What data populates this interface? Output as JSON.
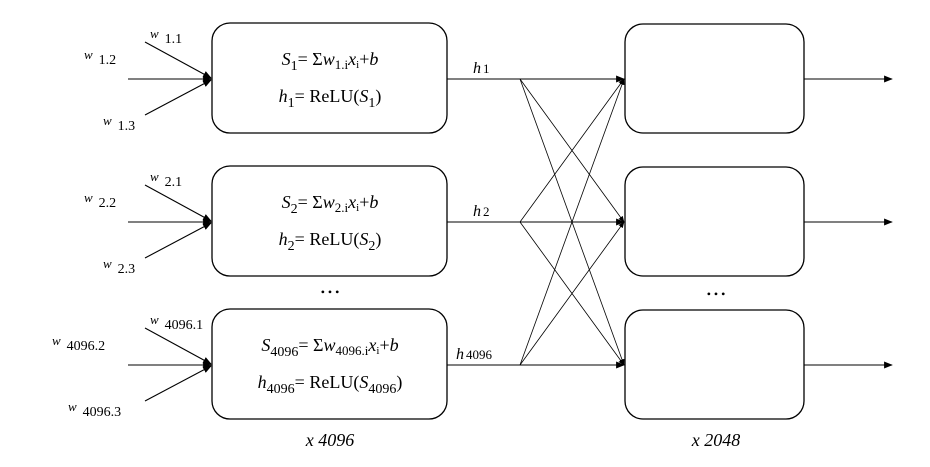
{
  "neurons": [
    {
      "weights": [
        "1.1",
        "1.2",
        "1.3"
      ],
      "sum_sub": "1",
      "sum_w_sub": "1.i",
      "act_sub": "1",
      "output_sub": "1"
    },
    {
      "weights": [
        "2.1",
        "2.2",
        "2.3"
      ],
      "sum_sub": "2",
      "sum_w_sub": "2.i",
      "act_sub": "2",
      "output_sub": "2"
    },
    {
      "weights": [
        "4096.1",
        "4096.2",
        "4096.3"
      ],
      "sum_sub": "4096",
      "sum_w_sub": "4096.i",
      "act_sub": "4096",
      "output_sub": "4096"
    }
  ],
  "symbols": {
    "w": "w",
    "S": "S",
    "h": "h",
    "x": "x",
    "i": "i",
    "b": "b",
    "eq": "= ",
    "sigma": "Σ",
    "plus": "+",
    "relu": "ReLU(",
    "close": ")"
  },
  "ellipsis": "• • •",
  "layer1_count": "x 4096",
  "layer2_count": "x 2048"
}
